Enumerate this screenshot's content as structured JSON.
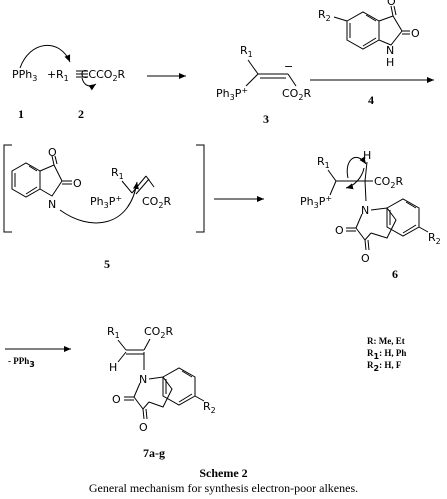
{
  "reagents": {
    "pph3": "PPh",
    "pph3_sub": "3",
    "plus": "+",
    "r1": "R",
    "r1_sub": "1",
    "alkyne": "CCCO",
    "alkyne_sub": "2",
    "alkyne_r": "R",
    "label_1": "1",
    "label_2": "2"
  },
  "intermediate3": {
    "r1": "R",
    "r1_sub": "1",
    "ph3p": "Ph",
    "ph3p_sub": "3",
    "ph3p_p": "P",
    "ph3p_plus": "+",
    "co2r": "CO",
    "co2r_sub": "2",
    "co2r_r": "R",
    "minus": "−",
    "label": "3"
  },
  "isatin": {
    "r2": "R",
    "r2_sub": "2",
    "o1": "O",
    "o2": "O",
    "n": "N",
    "h": "H",
    "label": "4"
  },
  "intermediate5": {
    "o1": "O",
    "o2": "O",
    "n": "N",
    "r1": "R",
    "r1_sub": "1",
    "ph3p": "Ph",
    "ph3p_sub": "3",
    "ph3p_p": "P",
    "ph3p_plus": "+",
    "co2r": "CO",
    "co2r_sub": "2",
    "co2r_r": "R",
    "label": "5"
  },
  "intermediate6": {
    "r1": "R",
    "r1_sub": "1",
    "h": "H",
    "co2r": "CO",
    "co2r_sub": "2",
    "co2r_r": "R",
    "ph3p": "Ph",
    "ph3p_sub": "3",
    "ph3p_p": "P",
    "ph3p_plus": "+",
    "n": "N",
    "o1": "O",
    "o2": "O",
    "r2": "R",
    "r2_sub": "2",
    "label": "6"
  },
  "elimination": {
    "label": "- PPh",
    "label_sub": "3"
  },
  "product": {
    "r1": "R",
    "r1_sub": "1",
    "co2r": "CO",
    "co2r_sub": "2",
    "co2r_r": "R",
    "h": "H",
    "n": "N",
    "o1": "O",
    "o2": "O",
    "r2": "R",
    "r2_sub": "2",
    "label": "7a-g"
  },
  "legend": {
    "r": "R: Me, Et",
    "r1_a": "R",
    "r1_sub": "1",
    "r1_b": ": H, Ph",
    "r2_a": "R",
    "r2_sub": "2",
    "r2_b": ": H, F"
  },
  "caption": {
    "title": "Scheme 2",
    "text": "General mechanism for synthesis electron-poor alkenes."
  }
}
